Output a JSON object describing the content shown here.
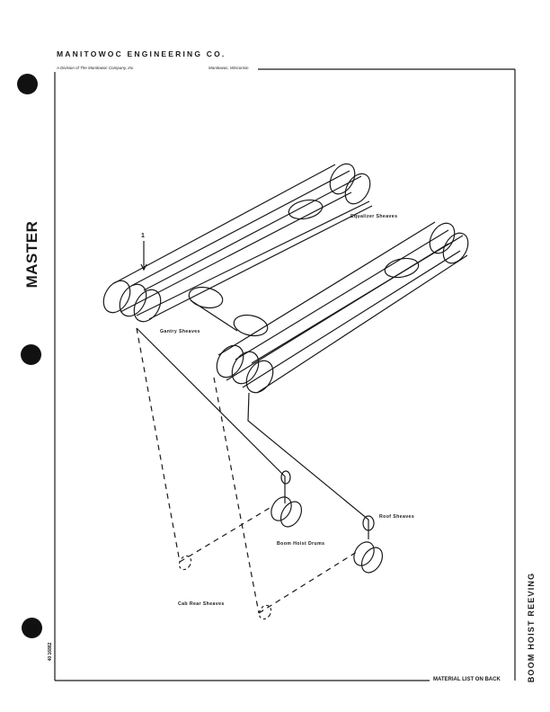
{
  "header": {
    "company": "MANITOWOC ENGINEERING CO.",
    "division": "A Division of The Manitowoc Company, Inc.",
    "location": "Manitowoc, Wisconsin"
  },
  "stamp": "MASTER",
  "side_title": "BOOM HOIST REEVING",
  "document_number": "40 16882",
  "bottom_note": "MATERIAL LIST ON BACK",
  "labels": {
    "equalizer": "Equalizer Sheaves",
    "gantry": "Gantry Sheaves",
    "boom_hoist_drums": "Boom Hoist Drums",
    "roof": "Roof Sheaves",
    "cab_rear": "Cab Rear Sheaves"
  },
  "marker": "1"
}
